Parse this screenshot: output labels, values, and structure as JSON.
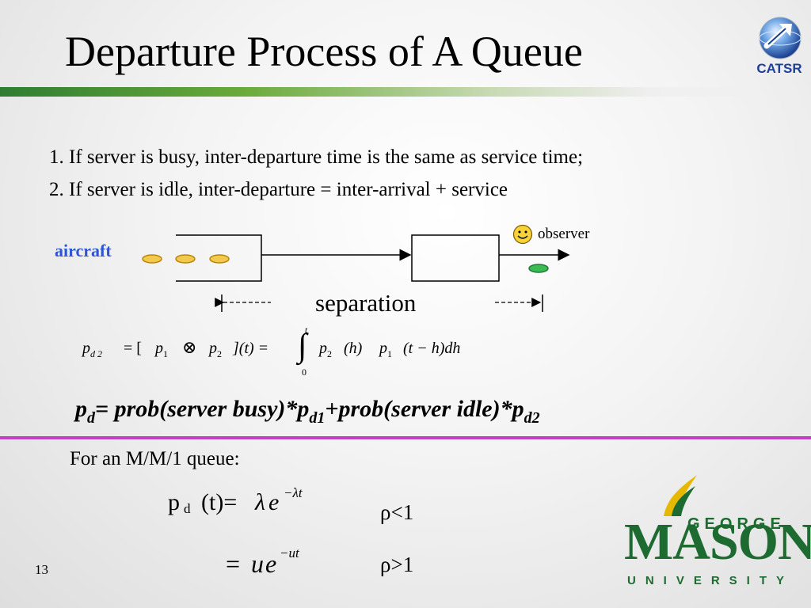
{
  "slide": {
    "title": "Departure Process of A Queue",
    "logo_text": "CATSR",
    "point1": "1. If server is busy, inter-departure time is the same as service time;",
    "point2": "2. If server is idle, inter-departure = inter-arrival + service",
    "page_number": "13"
  },
  "diagram": {
    "aircraft_label": "aircraft",
    "observer_label": "observer",
    "separation_label": "separation"
  },
  "convolution": {
    "lhs_p": "p",
    "lhs_sub": "d 2",
    "eq1": "= [",
    "p1": "p",
    "p1_sub": "1",
    "otimes": "⊗",
    "p2": "p",
    "p2_sub": "2",
    "close_t": "](t) =",
    "upper": "t",
    "lower": "0",
    "integrand_p2": "p",
    "integrand_p2_sub": "2",
    "integrand_mid": "(h)",
    "integrand_p1": "p",
    "integrand_p1_sub": "1",
    "integrand_end": "(t − h)dh"
  },
  "total": {
    "p": "p",
    "p_sub": "d",
    "mid1": "= prob(server busy)*p",
    "sub1": "d1",
    "mid2": "+prob(server idle)*p",
    "sub2": "d2"
  },
  "mm1": {
    "heading": "For an M/M/1 queue:",
    "pd": "p",
    "pd_sub": "d",
    "pd_t": "(t)=",
    "lambda": "λ",
    "e1": "e",
    "exp1": "−λt",
    "cond1": "ρ<1",
    "eq2": "=",
    "u": "u",
    "e2": "e",
    "exp2": "−ut",
    "cond2": "ρ>1"
  },
  "gmu": {
    "george": "GEORGE",
    "mason": "MASON",
    "university": "UNIVERSITY"
  },
  "colors": {
    "title_bar_green": "#2e7d32",
    "aircraft_blue": "#2f55d4",
    "aircraft_yellow": "#f2c94c",
    "observed_aircraft_green": "#3cba54",
    "divider_magenta": "#c040c8",
    "gmu_green": "#1e6b31",
    "gmu_gold": "#e6b800"
  }
}
